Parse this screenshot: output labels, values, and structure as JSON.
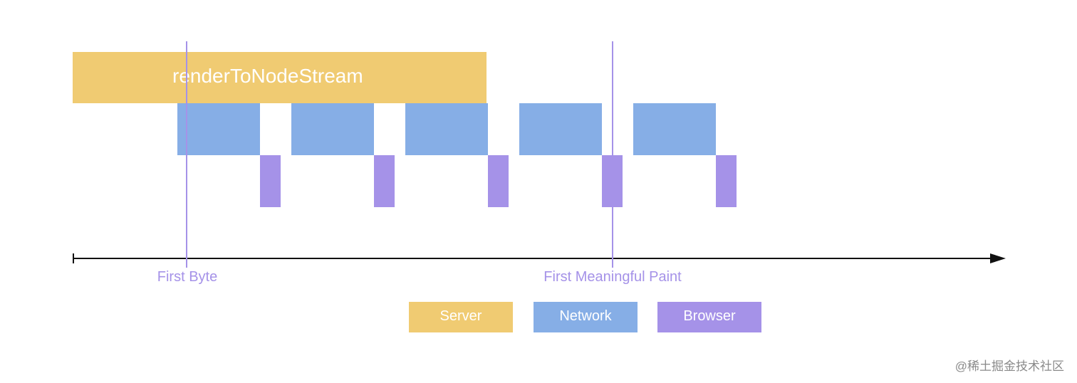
{
  "colors": {
    "server": "#f0cb72",
    "network": "#86aee6",
    "browser": "#a592e8",
    "marker": "#a592e8",
    "axis": "#111111"
  },
  "server": {
    "label": "renderToNodeStream"
  },
  "markers": [
    {
      "label": "First Byte"
    },
    {
      "label": "First Meaningful Paint"
    }
  ],
  "legend": [
    {
      "label": "Server"
    },
    {
      "label": "Network"
    },
    {
      "label": "Browser"
    }
  ],
  "watermark": "@稀土掘金技术社区"
}
